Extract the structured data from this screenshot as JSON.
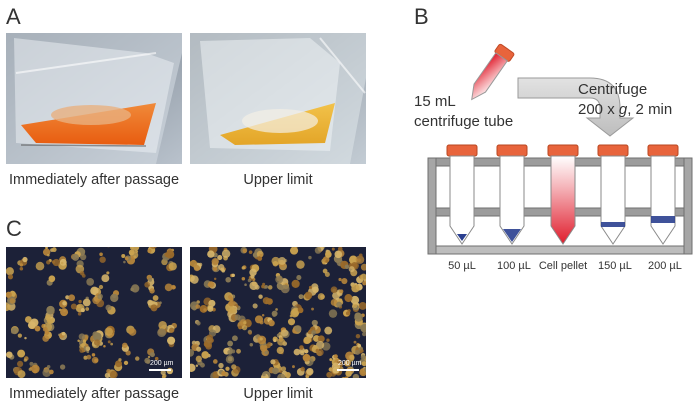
{
  "panels": {
    "a": {
      "letter": "A",
      "captions": [
        "Immediately after passage",
        "Upper limit"
      ]
    },
    "b": {
      "letter": "B",
      "tube_label_line1": "15 mL",
      "tube_label_line2": "centrifuge tube",
      "centrifuge_line1": "Centrifuge",
      "centrifuge_line2_a": "200 x ",
      "centrifuge_line2_g": "g",
      "centrifuge_line2_b": ", 2 min",
      "tube_labels": [
        "50 µL",
        "100 µL",
        "Cell pellet",
        "150 µL",
        "200 µL"
      ],
      "colors": {
        "cap": "#e8643c",
        "pellet": "#e01c2c",
        "blue_band": "#2a3f8f",
        "rack": "#8c8c8c"
      }
    },
    "c": {
      "letter": "C",
      "captions": [
        "Immediately after passage",
        "Upper limit"
      ],
      "scale_bar": [
        "200 µm",
        "200 µm"
      ]
    }
  }
}
